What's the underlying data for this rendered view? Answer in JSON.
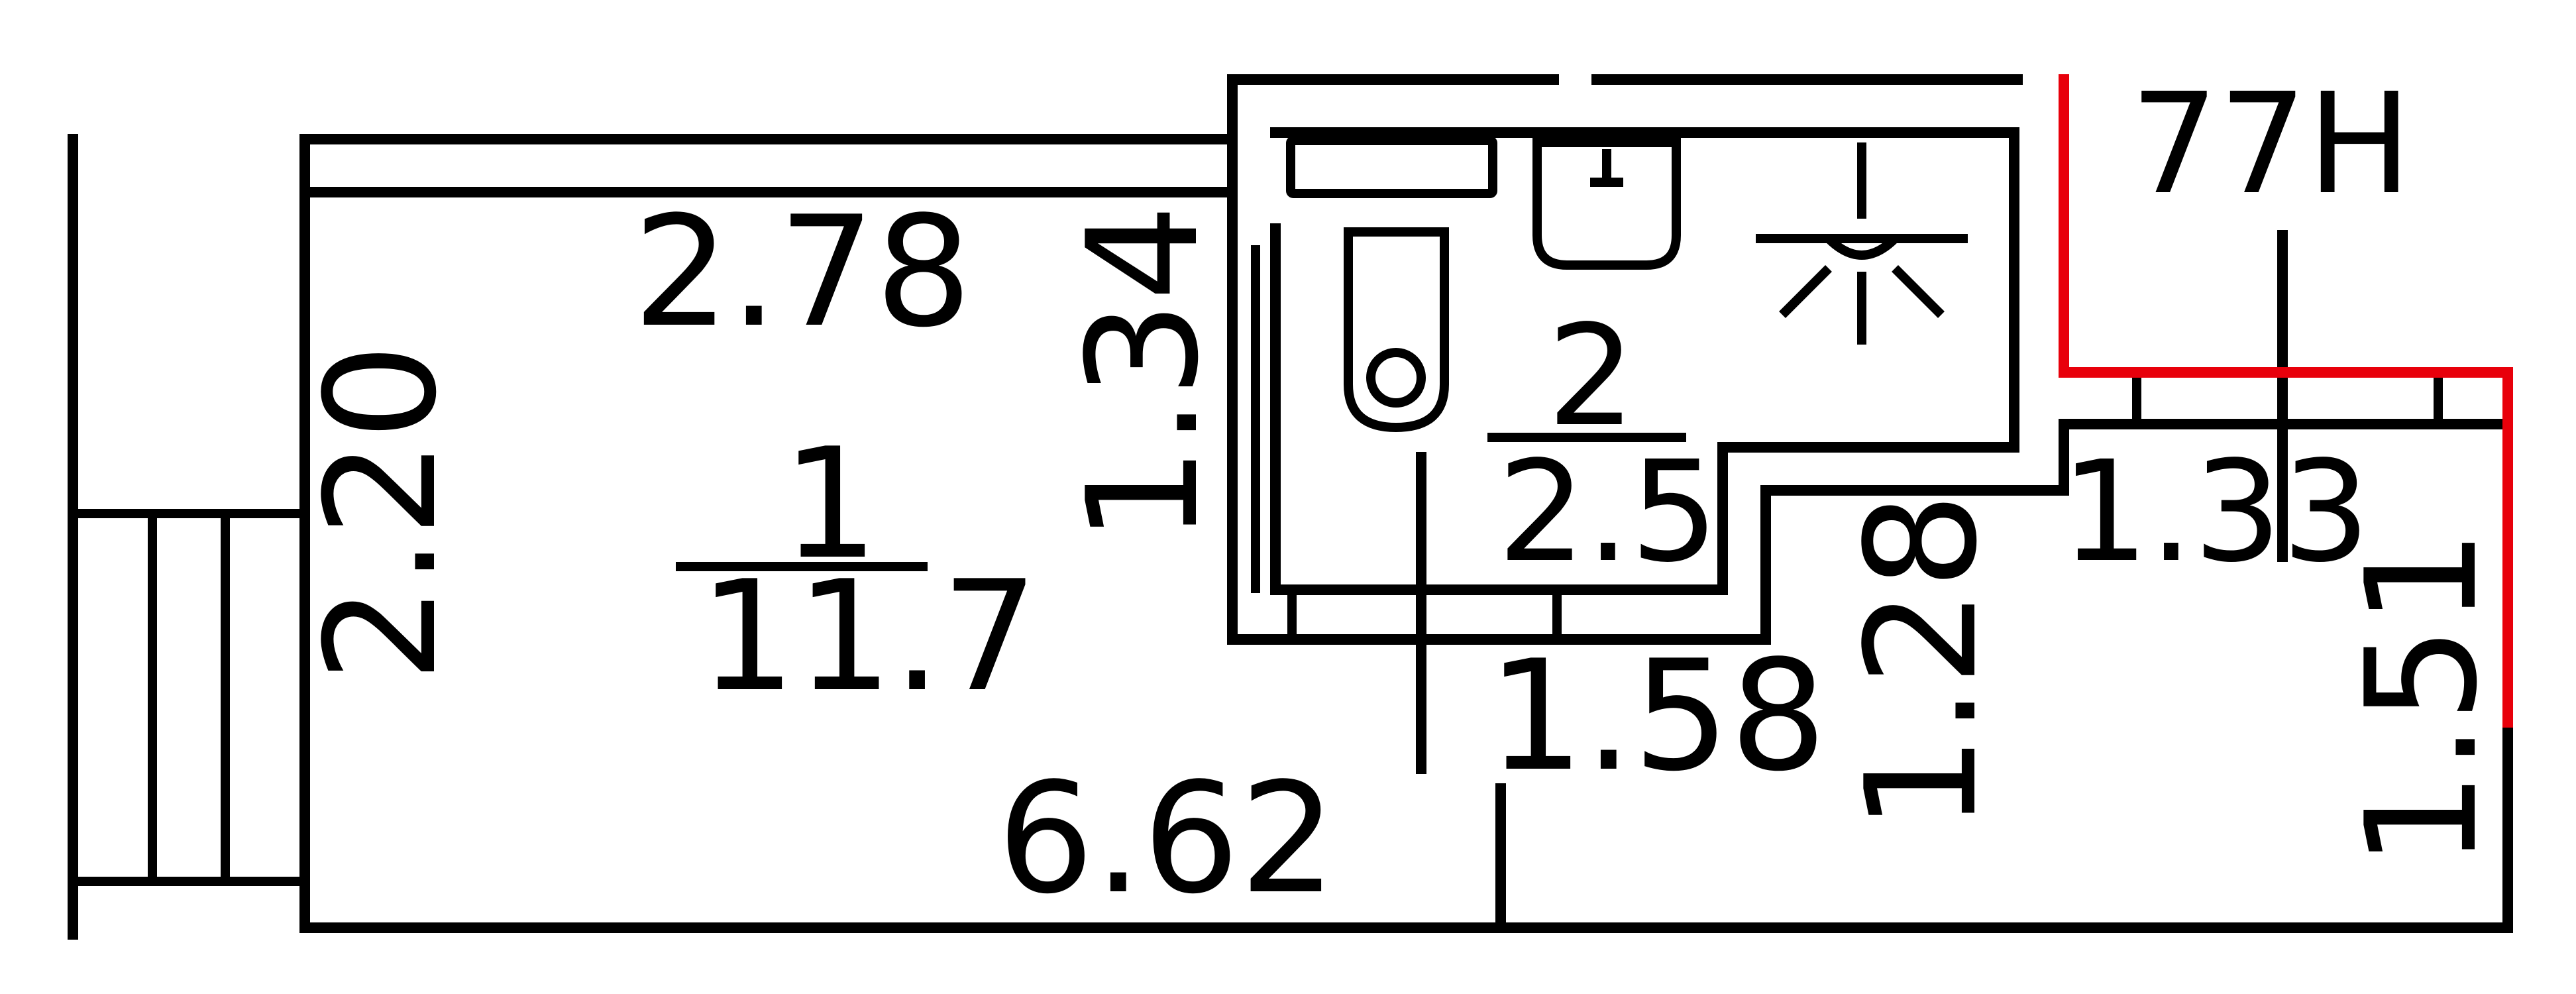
{
  "plan_label": "77Н",
  "rooms": [
    {
      "number": "1",
      "area": "11.7"
    },
    {
      "number": "2",
      "area": "2.5"
    }
  ],
  "dimensions": {
    "room1_top": "2.78",
    "room1_left": "2.20",
    "bath_height": "1.34",
    "bottom_length": "6.62",
    "corridor_width": "1.58",
    "corridor_height": "1.28",
    "right_upper": "1.33",
    "right_lower": "1.51"
  },
  "colors": {
    "wall": "#000000",
    "boundary": "#e8000b",
    "background": "#ffffff"
  }
}
